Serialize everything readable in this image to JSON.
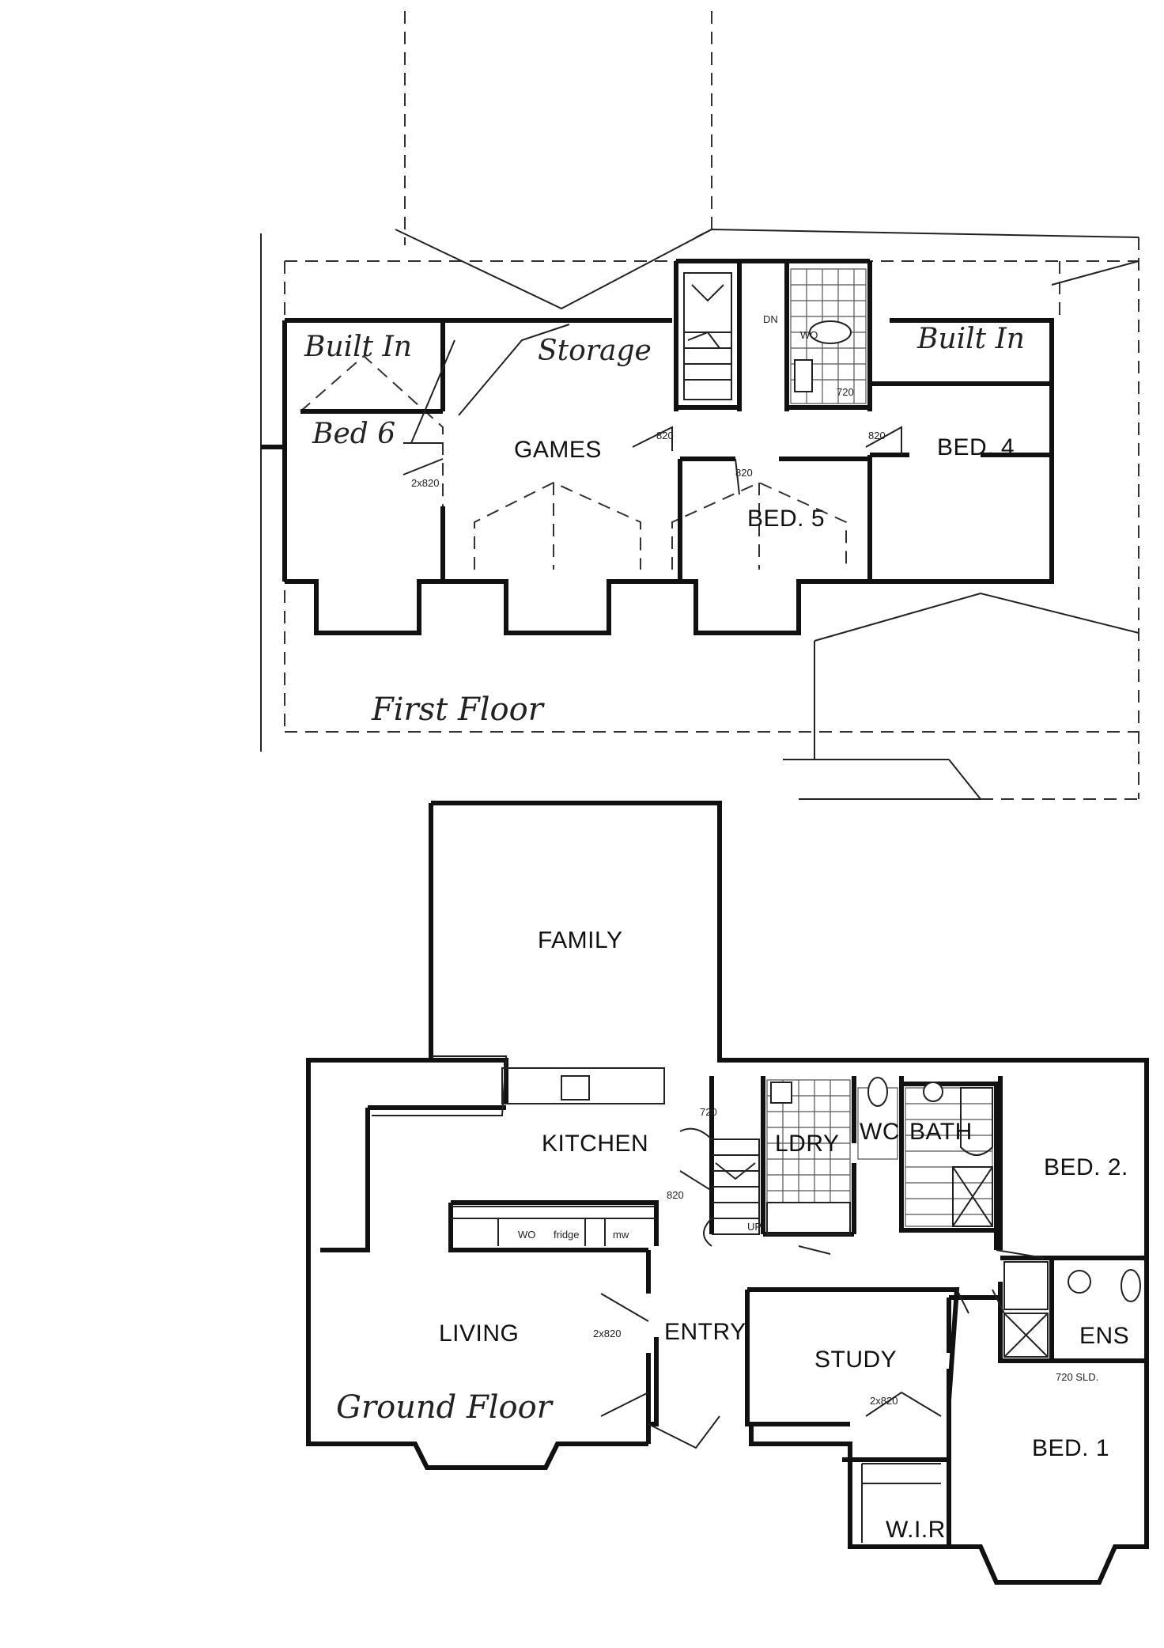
{
  "first_floor": {
    "title": "First Floor",
    "rooms": {
      "games": "GAMES",
      "bed4": "BED. 4",
      "bed5": "BED. 5",
      "bed6": "Bed 6"
    },
    "notes": {
      "built_in_left": "Built In",
      "built_in_right": "Built In",
      "storage": "Storage",
      "wo": "WO",
      "dn": "DN",
      "door_720": "720",
      "door_820a": "820",
      "door_820b": "820",
      "door_820c": "820",
      "door_2x820": "2x820"
    }
  },
  "ground_floor": {
    "title": "Ground Floor",
    "rooms": {
      "family": "FAMILY",
      "kitchen": "KITCHEN",
      "living": "LIVING",
      "entry": "ENTRY",
      "study": "STUDY",
      "ldry": "LDRY",
      "wc": "WC",
      "bath": "BATH",
      "bed2": "BED. 2.",
      "ens": "ENS",
      "bed1": "BED. 1",
      "wir": "W.I.R."
    },
    "notes": {
      "wo": "WO",
      "fridge": "fridge",
      "mw": "mw",
      "up": "UP",
      "door_720": "720",
      "door_820": "820",
      "door_2x820_entry": "2x820",
      "door_2x820_study": "2x820",
      "door_720_sld": "720 SLD."
    }
  }
}
